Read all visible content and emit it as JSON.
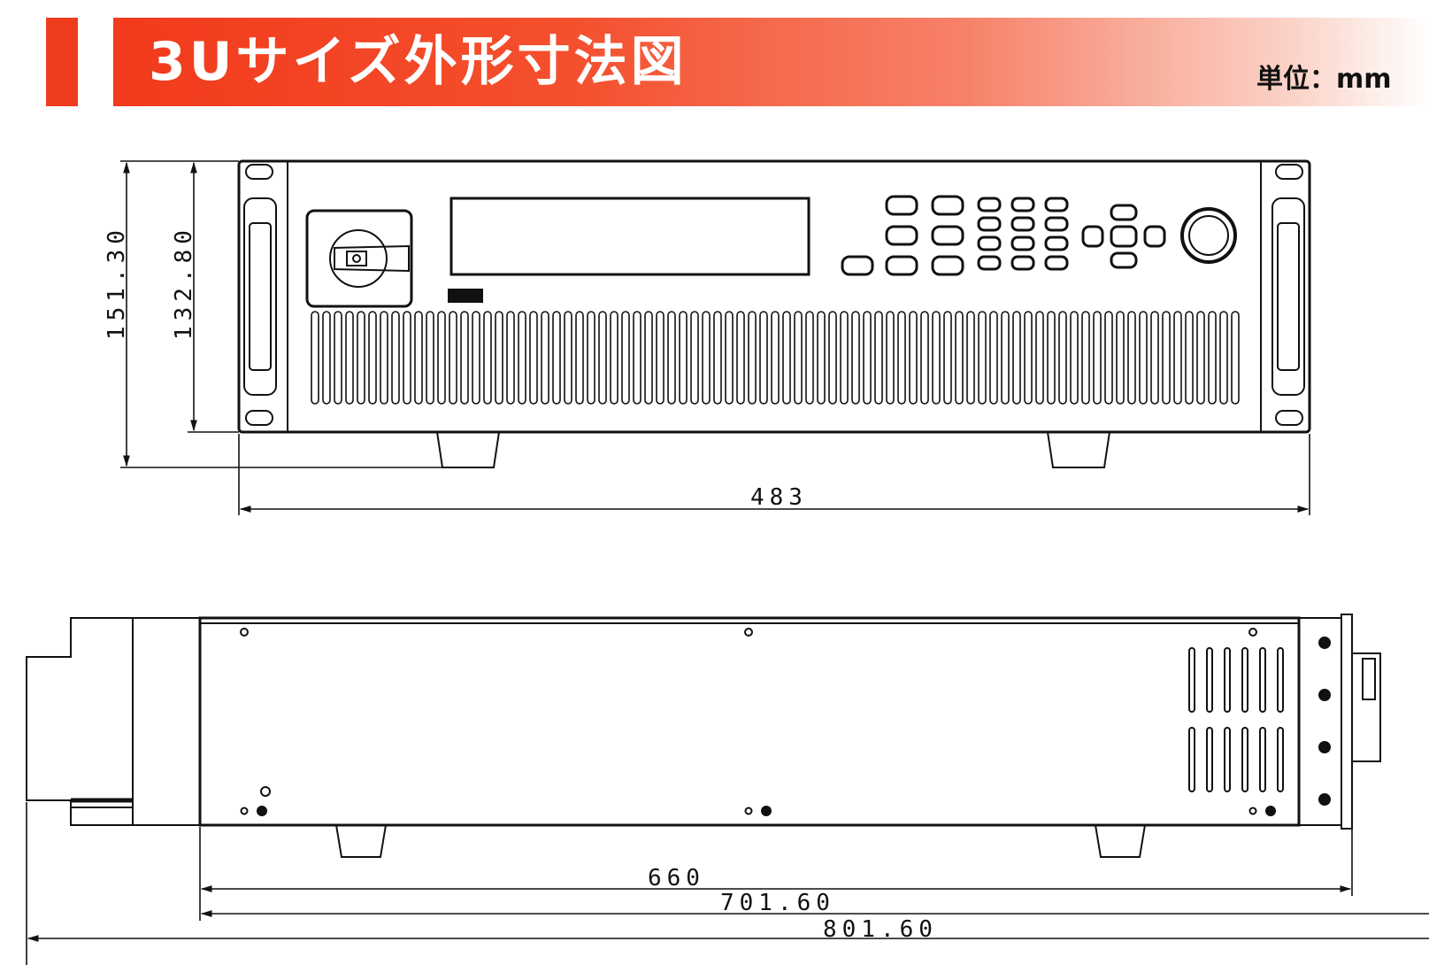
{
  "header": {
    "title": "3Uサイズ外形寸法図",
    "unit_label": "単位：mm"
  },
  "front_view": {
    "height_outer": "151.30",
    "height_inner": "132.80",
    "width": "483"
  },
  "side_view": {
    "length_body": "660",
    "length_with_front": "701.60",
    "length_total": "801.60"
  },
  "colors": {
    "accent": "#f03c1e",
    "line": "#111111"
  }
}
